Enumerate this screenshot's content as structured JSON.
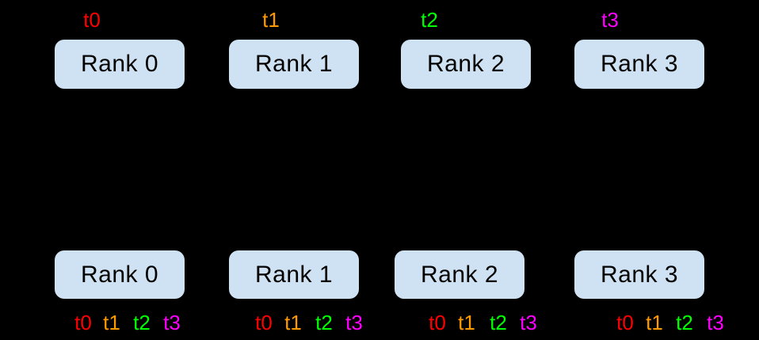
{
  "colors": {
    "background": "#000000",
    "box_fill": "#cfe2f3",
    "box_text": "#000000",
    "t0": "#ff0000",
    "t1": "#ff9900",
    "t2": "#00ff00",
    "t3": "#ff00ff"
  },
  "top_row": {
    "ranks": [
      {
        "label": "Rank 0",
        "tag": "t0"
      },
      {
        "label": "Rank 1",
        "tag": "t1"
      },
      {
        "label": "Rank 2",
        "tag": "t2"
      },
      {
        "label": "Rank 3",
        "tag": "t3"
      }
    ]
  },
  "bottom_row": {
    "ranks": [
      {
        "label": "Rank 0",
        "tags": [
          "t0",
          "t1",
          "t2",
          "t3"
        ]
      },
      {
        "label": "Rank 1",
        "tags": [
          "t0",
          "t1",
          "t2",
          "t3"
        ]
      },
      {
        "label": "Rank 2",
        "tags": [
          "t0",
          "t1",
          "t2",
          "t3"
        ]
      },
      {
        "label": "Rank 3",
        "tags": [
          "t0",
          "t1",
          "t2",
          "t3"
        ]
      }
    ]
  }
}
